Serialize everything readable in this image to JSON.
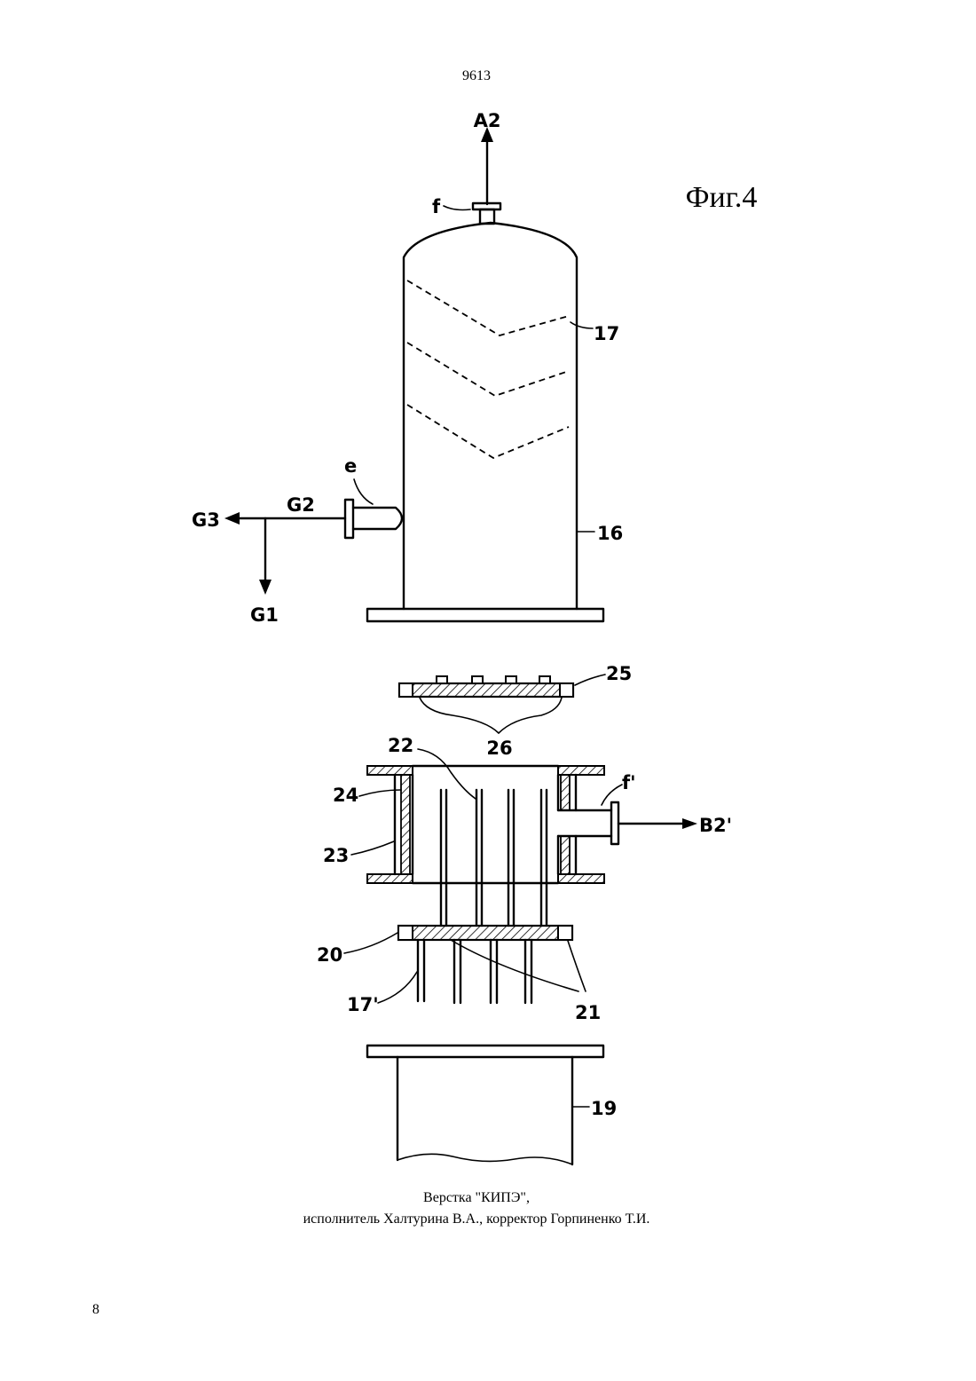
{
  "header": {
    "page_code": "9613"
  },
  "figure": {
    "title": "Фиг.4",
    "labels": {
      "A2": "A2",
      "f_top": "f",
      "n17": "17",
      "e": "e",
      "G2": "G2",
      "G3": "G3",
      "G1": "G1",
      "n16": "16",
      "n25": "25",
      "n26": "26",
      "n22": "22",
      "n24": "24",
      "f_prime": "f'",
      "B2": "B2'",
      "n23": "23",
      "n20": "20",
      "n17prime": "17'",
      "n21": "21",
      "n19": "19"
    }
  },
  "footer": {
    "line1": "Верстка \"КИПЭ\",",
    "line2": "исполнитель Халтурина В.А., корректор Горпиненко Т.И."
  },
  "page_number": "8"
}
